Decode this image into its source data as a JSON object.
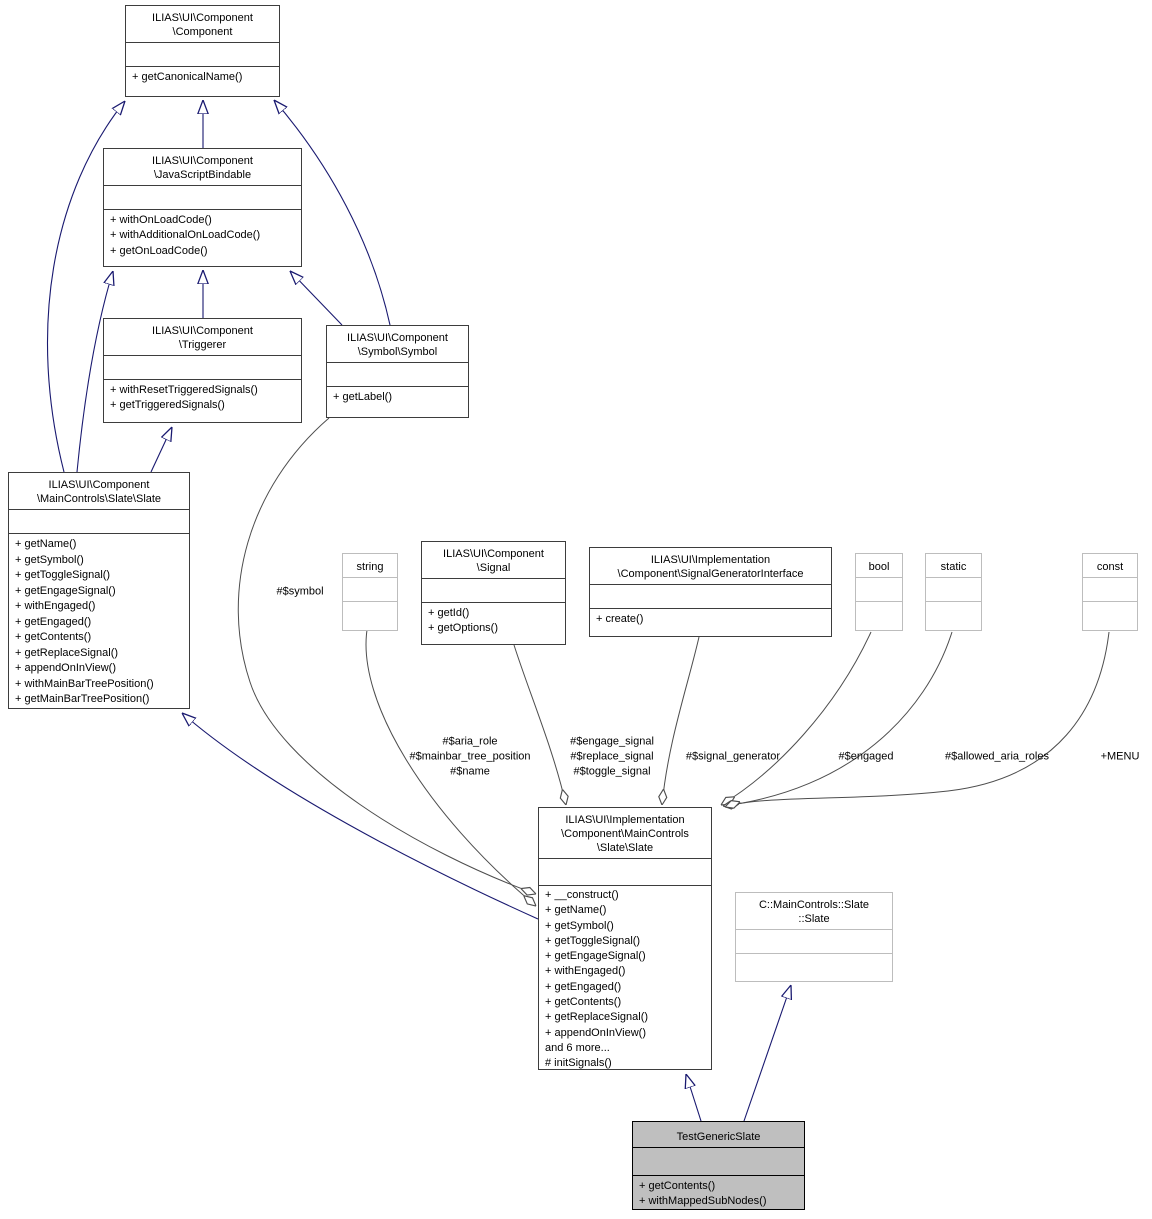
{
  "diagram": {
    "classes": {
      "component": {
        "title": "ILIAS\\UI\\Component\n\\Component",
        "methods": [
          "+ getCanonicalName()"
        ]
      },
      "jsbindable": {
        "title": "ILIAS\\UI\\Component\n\\JavaScriptBindable",
        "methods": [
          "+ withOnLoadCode()",
          "+ withAdditionalOnLoadCode()",
          "+ getOnLoadCode()"
        ]
      },
      "triggerer": {
        "title": "ILIAS\\UI\\Component\n\\Triggerer",
        "methods": [
          "+ withResetTriggeredSignals()",
          "+ getTriggeredSignals()"
        ]
      },
      "symbol": {
        "title": "ILIAS\\UI\\Component\n\\Symbol\\Symbol",
        "methods": [
          "+ getLabel()"
        ]
      },
      "slate_interface": {
        "title": "ILIAS\\UI\\Component\n\\MainControls\\Slate\\Slate",
        "methods": [
          "+ getName()",
          "+ getSymbol()",
          "+ getToggleSignal()",
          "+ getEngageSignal()",
          "+ withEngaged()",
          "+ getEngaged()",
          "+ getContents()",
          "+ getReplaceSignal()",
          "+ appendOnInView()",
          "+ withMainBarTreePosition()",
          "+ getMainBarTreePosition()"
        ]
      },
      "string": {
        "title": "string"
      },
      "signal": {
        "title": "ILIAS\\UI\\Component\n\\Signal",
        "methods": [
          "+ getId()",
          "+ getOptions()"
        ]
      },
      "signal_generator": {
        "title": "ILIAS\\UI\\Implementation\n\\Component\\SignalGeneratorInterface",
        "methods": [
          "+ create()"
        ]
      },
      "bool": {
        "title": "bool"
      },
      "static": {
        "title": "static"
      },
      "const": {
        "title": "const"
      },
      "impl_slate": {
        "title": "ILIAS\\UI\\Implementation\n\\Component\\MainControls\n\\Slate\\Slate",
        "methods": [
          "+ __construct()",
          "+ getName()",
          "+ getSymbol()",
          "+ getToggleSignal()",
          "+ getEngageSignal()",
          "+ withEngaged()",
          "+ getEngaged()",
          "+ getContents()",
          "+ getReplaceSignal()",
          "+ appendOnInView()",
          "and 6 more...",
          "# initSignals()"
        ]
      },
      "c_slate": {
        "title": "C::MainControls::Slate\n::Slate"
      },
      "test_generic_slate": {
        "title": "TestGenericSlate",
        "methods": [
          "+ getContents()",
          "+ withMappedSubNodes()"
        ]
      }
    },
    "edge_labels": {
      "symbol": "#$symbol",
      "string_members": "#$aria_role\n#$mainbar_tree_position\n#$name",
      "signal_members": "#$engage_signal\n#$replace_signal\n#$toggle_signal",
      "signal_generator": "#$signal_generator",
      "engaged": "#$engaged",
      "allowed_aria_roles": "#$allowed_aria_roles",
      "menu": "+MENU"
    },
    "colors": {
      "inheritance_edge": "#191970",
      "usage_edge": "#4d4d4d",
      "class_border": "#3d3d3d",
      "external_border": "#bdbdbd",
      "highlight_fill": "#bfbfbf"
    }
  }
}
